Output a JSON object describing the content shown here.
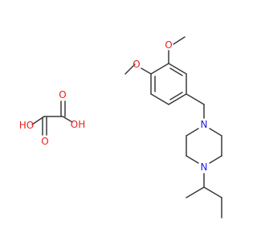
{
  "colors": {
    "bond": "#3a3a3a",
    "oxygen": "#e8201c",
    "nitrogen": "#2020e0",
    "background": "#ffffff"
  },
  "oxalic_acid": {
    "labels": {
      "o_top": "O",
      "oh_right": "OH",
      "o_bottom": "O",
      "ho_left": "HO"
    }
  },
  "main_molecule": {
    "labels": {
      "methoxy_o_top": "O",
      "methoxy_o_left": "O",
      "piperazine_n_top": "N",
      "piperazine_n_bottom": "N"
    }
  }
}
